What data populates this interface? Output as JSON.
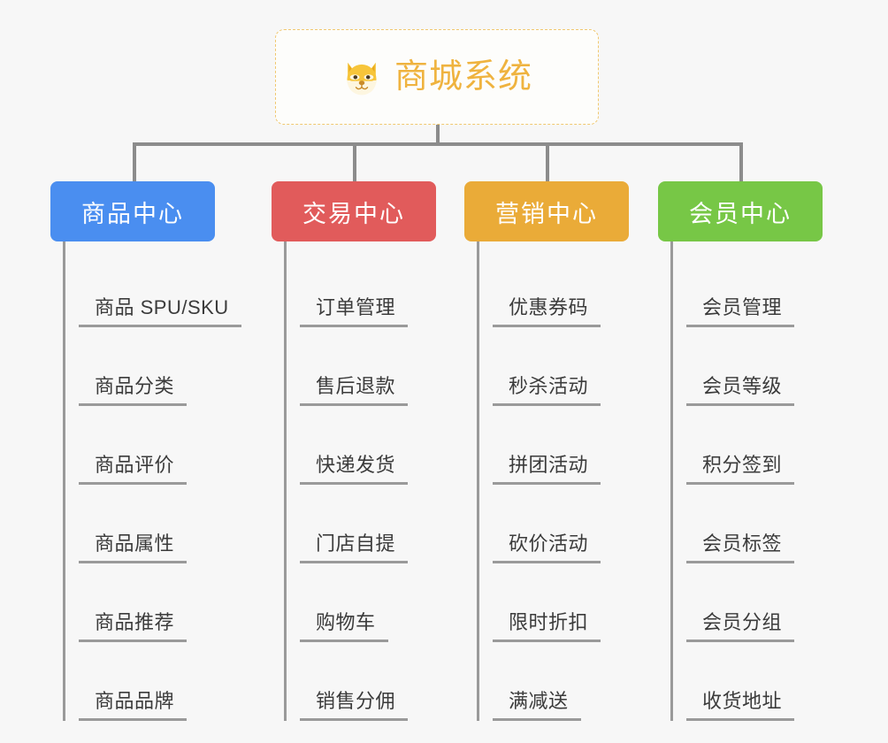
{
  "root": {
    "title": "商城系统",
    "icon": "dog-face-emoji",
    "accent_color": "#efb33f",
    "border_color": "#f0c870"
  },
  "columns": [
    {
      "title": "商品中心",
      "color": "#4a8ef0",
      "leaves": [
        "商品 SPU/SKU",
        "商品分类",
        "商品评价",
        "商品属性",
        "商品推荐",
        "商品品牌"
      ]
    },
    {
      "title": "交易中心",
      "color": "#e15b5b",
      "leaves": [
        "订单管理",
        "售后退款",
        "快递发货",
        "门店自提",
        "购物车",
        "销售分佣"
      ]
    },
    {
      "title": "营销中心",
      "color": "#eaab38",
      "leaves": [
        "优惠券码",
        "秒杀活动",
        "拼团活动",
        "砍价活动",
        "限时折扣",
        "满减送"
      ]
    },
    {
      "title": "会员中心",
      "color": "#77c746",
      "leaves": [
        "会员管理",
        "会员等级",
        "积分签到",
        "会员标签",
        "会员分组",
        "收货地址"
      ]
    }
  ]
}
